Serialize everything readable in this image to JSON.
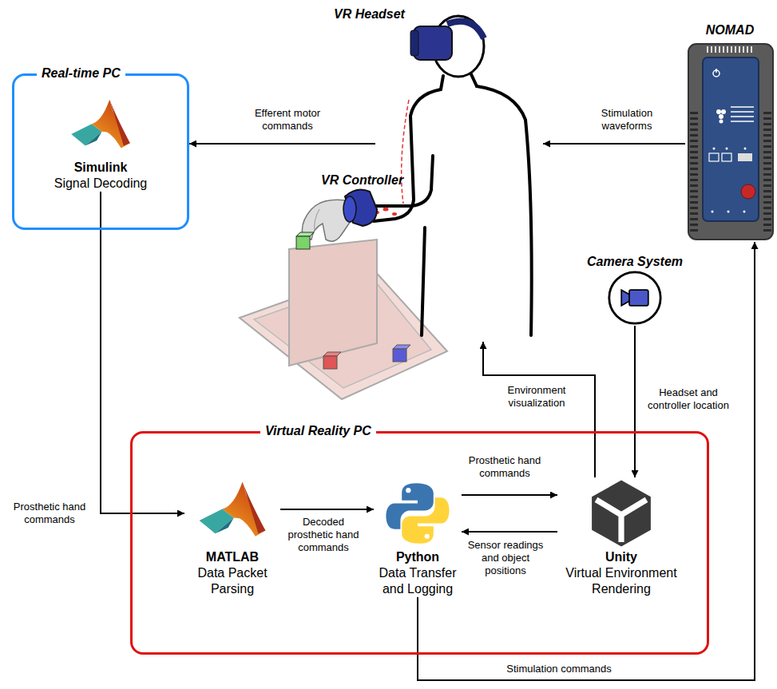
{
  "diagram": {
    "nodes": [
      {
        "text": [
          "Real-time PC"
        ]
      },
      {
        "text": [
          "Simulink",
          "Signal Decoding"
        ],
        "in": 0
      },
      {
        "text": [
          "VR Headset",
          "VR Controller"
        ]
      },
      {
        "text": [
          "NOMAD"
        ]
      },
      {
        "text": [
          "Camera System"
        ]
      },
      {
        "text": [
          "Virtual Reality PC"
        ]
      },
      {
        "text": [
          "MATLAB",
          "Data Packet Parsing"
        ],
        "in": 5
      },
      {
        "text": [
          "Python",
          "Data Transfer and Logging"
        ],
        "in": 5
      },
      {
        "text": [
          "Unity",
          "Virtual Environment Rendering"
        ],
        "in": 5
      }
    ],
    "edges": [
      {
        "from": 2,
        "to": 0,
        "arrow": "to",
        "label": "Efferent motor commands"
      },
      {
        "from": 3,
        "to": 2,
        "arrow": "to",
        "label": "Stimulation waveforms"
      },
      {
        "from": 1,
        "to": 6,
        "arrow": "to",
        "label": "Prosthetic hand commands"
      },
      {
        "from": 6,
        "to": 7,
        "arrow": "to",
        "label": "Decoded prosthetic hand commands"
      },
      {
        "from": 7,
        "to": 8,
        "arrow": "to",
        "label": "Prosthetic hand commands"
      },
      {
        "from": 8,
        "to": 7,
        "arrow": "to",
        "label": "Sensor readings and object positions"
      },
      {
        "from": 8,
        "to": 2,
        "arrow": "to",
        "label": "Environment visualization"
      },
      {
        "from": 4,
        "to": 8,
        "arrow": "to",
        "label": "Headset and controller location"
      },
      {
        "from": 7,
        "to": 3,
        "arrow": "to",
        "label": "Stimulation commands"
      }
    ]
  }
}
